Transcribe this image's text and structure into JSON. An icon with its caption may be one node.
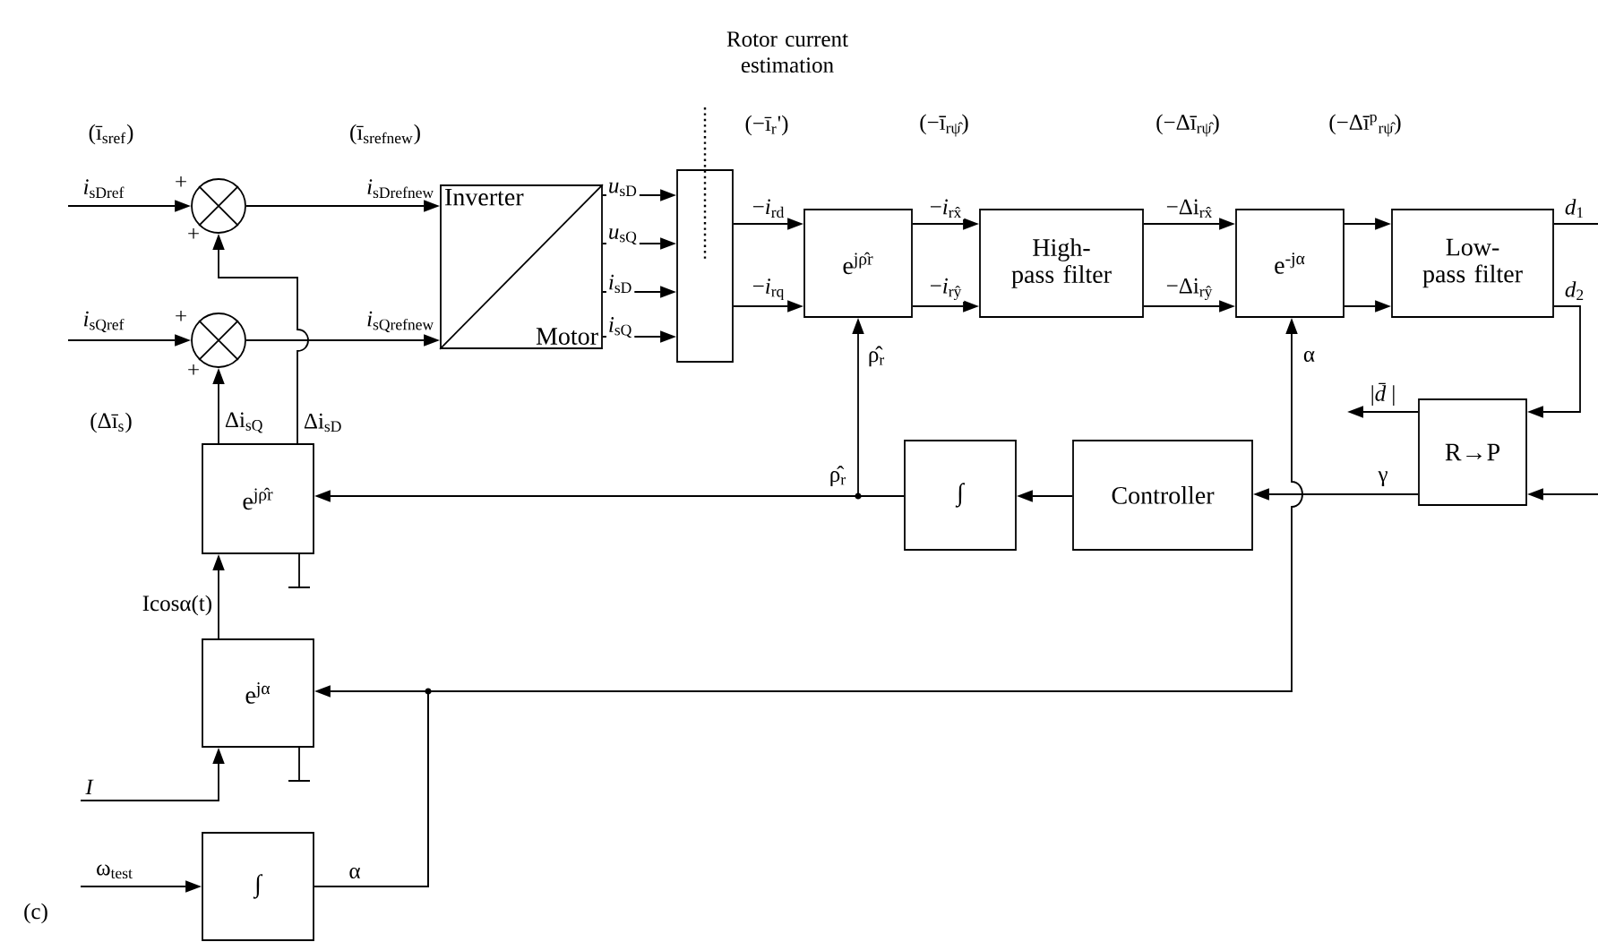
{
  "diagram": {
    "nodes": [
      {
        "text": [],
        "shape": "circle"
      },
      {
        "text": [],
        "shape": "circle"
      },
      {
        "text": [
          "Inverter",
          "Motor"
        ]
      },
      {
        "text": [
          "Rotor current estimation"
        ]
      },
      {
        "text": [
          "e$^{jρ̂r}$"
        ]
      },
      {
        "text": [
          "High-pass filter"
        ]
      },
      {
        "text": [
          "e$^{-jα}$"
        ]
      },
      {
        "text": [
          "Low-pass filter"
        ]
      },
      {
        "text": [
          "R→P"
        ]
      },
      {
        "text": [
          "Controller"
        ]
      },
      {
        "text": [
          "∫"
        ]
      },
      {
        "text": [
          "e$^{jρ̂r}$"
        ]
      },
      {
        "text": [
          "e$^{jα}$"
        ]
      },
      {
        "text": [
          "∫"
        ]
      }
    ],
    "edges": [
      {
        "from": null,
        "to": 0,
        "arrow": "to",
        "label": "*i*$_{sDref}$"
      },
      {
        "from": null,
        "to": 1,
        "arrow": "to",
        "label": "*i*$_{sQref}$"
      },
      {
        "from": 0,
        "to": 2,
        "arrow": "to",
        "label": "*i*$_{sDrefnew}$"
      },
      {
        "from": 1,
        "to": 2,
        "arrow": "to",
        "label": "*i*$_{sQrefnew}$"
      },
      {
        "from": 2,
        "to": 3,
        "arrow": "to",
        "label": "*u*$_{sD}$"
      },
      {
        "from": 2,
        "to": 3,
        "arrow": "to",
        "label": "*u*$_{sQ}$"
      },
      {
        "from": 2,
        "to": 3,
        "arrow": "to",
        "label": "*i*$_{sD}$"
      },
      {
        "from": 2,
        "to": 3,
        "arrow": "to",
        "label": "*i*$_{sQ}$"
      },
      {
        "from": 3,
        "to": 4,
        "arrow": "to",
        "label": "−*i*$_{rd}$"
      },
      {
        "from": 3,
        "to": 4,
        "arrow": "to",
        "label": "−*i*$_{rq}$"
      },
      {
        "from": 4,
        "to": 5,
        "arrow": "to",
        "label": "−*i*$_{rx̂}$"
      },
      {
        "from": 4,
        "to": 5,
        "arrow": "to",
        "label": "−*i*$_{rŷ}$"
      },
      {
        "from": 5,
        "to": 6,
        "arrow": "to",
        "label": "−Δi$_{rx̂}$"
      },
      {
        "from": 5,
        "to": 6,
        "arrow": "to",
        "label": "−Δi$_{rŷ}$"
      },
      {
        "from": 6,
        "to": 7,
        "arrow": "to"
      },
      {
        "from": 6,
        "to": 7,
        "arrow": "to"
      },
      {
        "from": 7,
        "to": null,
        "arrow": "none",
        "label": "*d*$_{1}$"
      },
      {
        "from": 7,
        "to": 8,
        "arrow": "to",
        "label": "*d*$_{2}$"
      },
      {
        "from": 8,
        "to": null,
        "arrow": "to",
        "label": "|*d̄*|"
      },
      {
        "from": null,
        "to": 8,
        "arrow": "to"
      },
      {
        "from": 8,
        "to": 9,
        "arrow": "to",
        "label": "γ"
      },
      {
        "from": 9,
        "to": 10,
        "arrow": "to"
      },
      {
        "from": 10,
        "to": 4,
        "arrow": "to",
        "label": "ρ̂$_{r}$"
      },
      {
        "from": 10,
        "to": 11,
        "arrow": "to",
        "label": "ρ̂$_{r}$"
      },
      {
        "from": 13,
        "to": 12,
        "arrow": "to",
        "label": "α"
      },
      {
        "from": 13,
        "to": 6,
        "arrow": "to",
        "label": "α"
      },
      {
        "from": 12,
        "to": 11,
        "arrow": "to",
        "label": "Icosα(t)"
      },
      {
        "from": null,
        "to": 12,
        "arrow": "to",
        "label": "*I*"
      },
      {
        "from": null,
        "to": 13,
        "arrow": "to",
        "label": "ω$_{test}$"
      },
      {
        "from": 11,
        "to": 1,
        "arrow": "to",
        "label": "Δi$_{sQ}$"
      },
      {
        "from": 11,
        "to": 0,
        "arrow": "to",
        "label": "Δi$_{sD}$"
      }
    ],
    "labels": [
      "(ī$_{sref}$)",
      "(ī$_{srefnew}$)",
      "(−ī$_{r}$')",
      "(−ī$_{rψ̂}$)",
      "(−Δī$_{rψ̂}$)",
      "(−Δī$^{p}$$_{rψ̂}$)",
      "+",
      "+",
      "+",
      "+",
      "(Δī$_{s}$)",
      "(c)"
    ]
  }
}
